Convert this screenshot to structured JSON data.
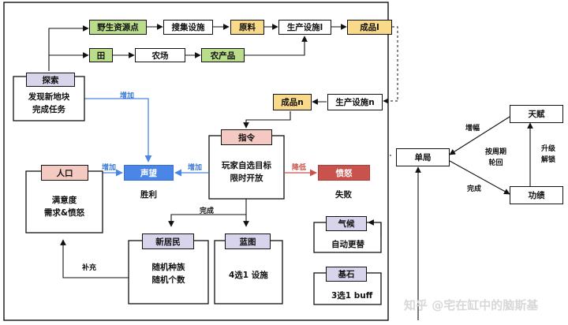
{
  "nodes": {
    "wild_resource": "野生资源点",
    "gather_facility": "搜集设施",
    "raw_material": "原料",
    "production_1": "生产设施l",
    "product_1": "成品l",
    "field": "田",
    "farm": "农场",
    "farm_product": "农产品",
    "explore": "探索",
    "explore_desc_1": "发现新地块",
    "explore_desc_2": "完成任务",
    "product_n": "成品n",
    "production_n": "生产设施n",
    "command": "指令",
    "command_desc_1": "玩家自选目标",
    "command_desc_2": "限时开放",
    "population": "人口",
    "population_desc_1": "满意度",
    "population_desc_2": "需求&愤怒",
    "reputation": "声望",
    "victory": "胜利",
    "anger": "愤怒",
    "defeat": "失败",
    "new_residents": "新居民",
    "new_residents_desc_1": "随机种族",
    "new_residents_desc_2": "随机个数",
    "blueprint": "蓝图",
    "blueprint_desc": "4选1 设施",
    "climate": "气候",
    "climate_desc": "自动更替",
    "bedrock": "基石",
    "bedrock_desc": "3选1 buff",
    "single_run": "单局",
    "talent": "天赋",
    "achievement": "功绩"
  },
  "edge_labels": {
    "increase_explore": "增加",
    "increase_population": "增加",
    "increase_command": "增加",
    "decrease": "降低",
    "complete_command": "完成",
    "supplement": "补充",
    "amplify": "增幅",
    "per_cycle_1": "按周期",
    "per_cycle_2": "轮回",
    "complete_run": "完成",
    "upgrade": "升级",
    "unlock": "解锁"
  },
  "watermark": "知乎 @宅在缸中的脑斯基",
  "colors": {
    "green": "#b9dd8a",
    "yellow": "#f9d98a",
    "purple": "#d8d4ec",
    "pink": "#f3c9c1",
    "blue": "#4a86e8",
    "red": "#c9524c"
  }
}
